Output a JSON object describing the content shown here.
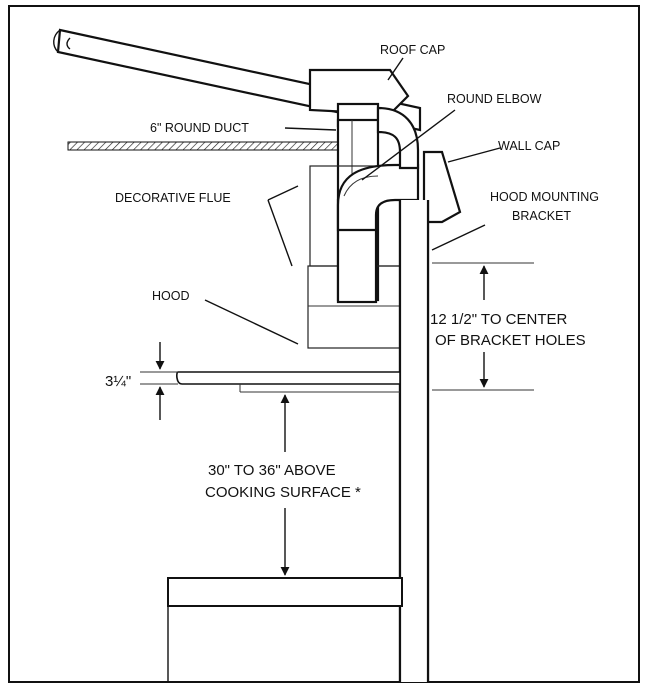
{
  "labels": {
    "roof_cap": "ROOF CAP",
    "round_elbow": "ROUND ELBOW",
    "round_duct": "6\" ROUND DUCT",
    "wall_cap": "WALL CAP",
    "decorative_flue": "DECORATIVE FLUE",
    "hood_mounting_bracket_1": "HOOD MOUNTING",
    "hood_mounting_bracket_2": "BRACKET",
    "hood": "HOOD",
    "bracket_height_1": "12 1/2\" TO CENTER",
    "bracket_height_2": "OF BRACKET HOLES",
    "hood_thickness": "3¼\"",
    "cooking_height_1": "30\" TO 36\" ABOVE",
    "cooking_height_2": "COOKING SURFACE *"
  },
  "colors": {
    "line": "#111111",
    "background": "#ffffff"
  }
}
